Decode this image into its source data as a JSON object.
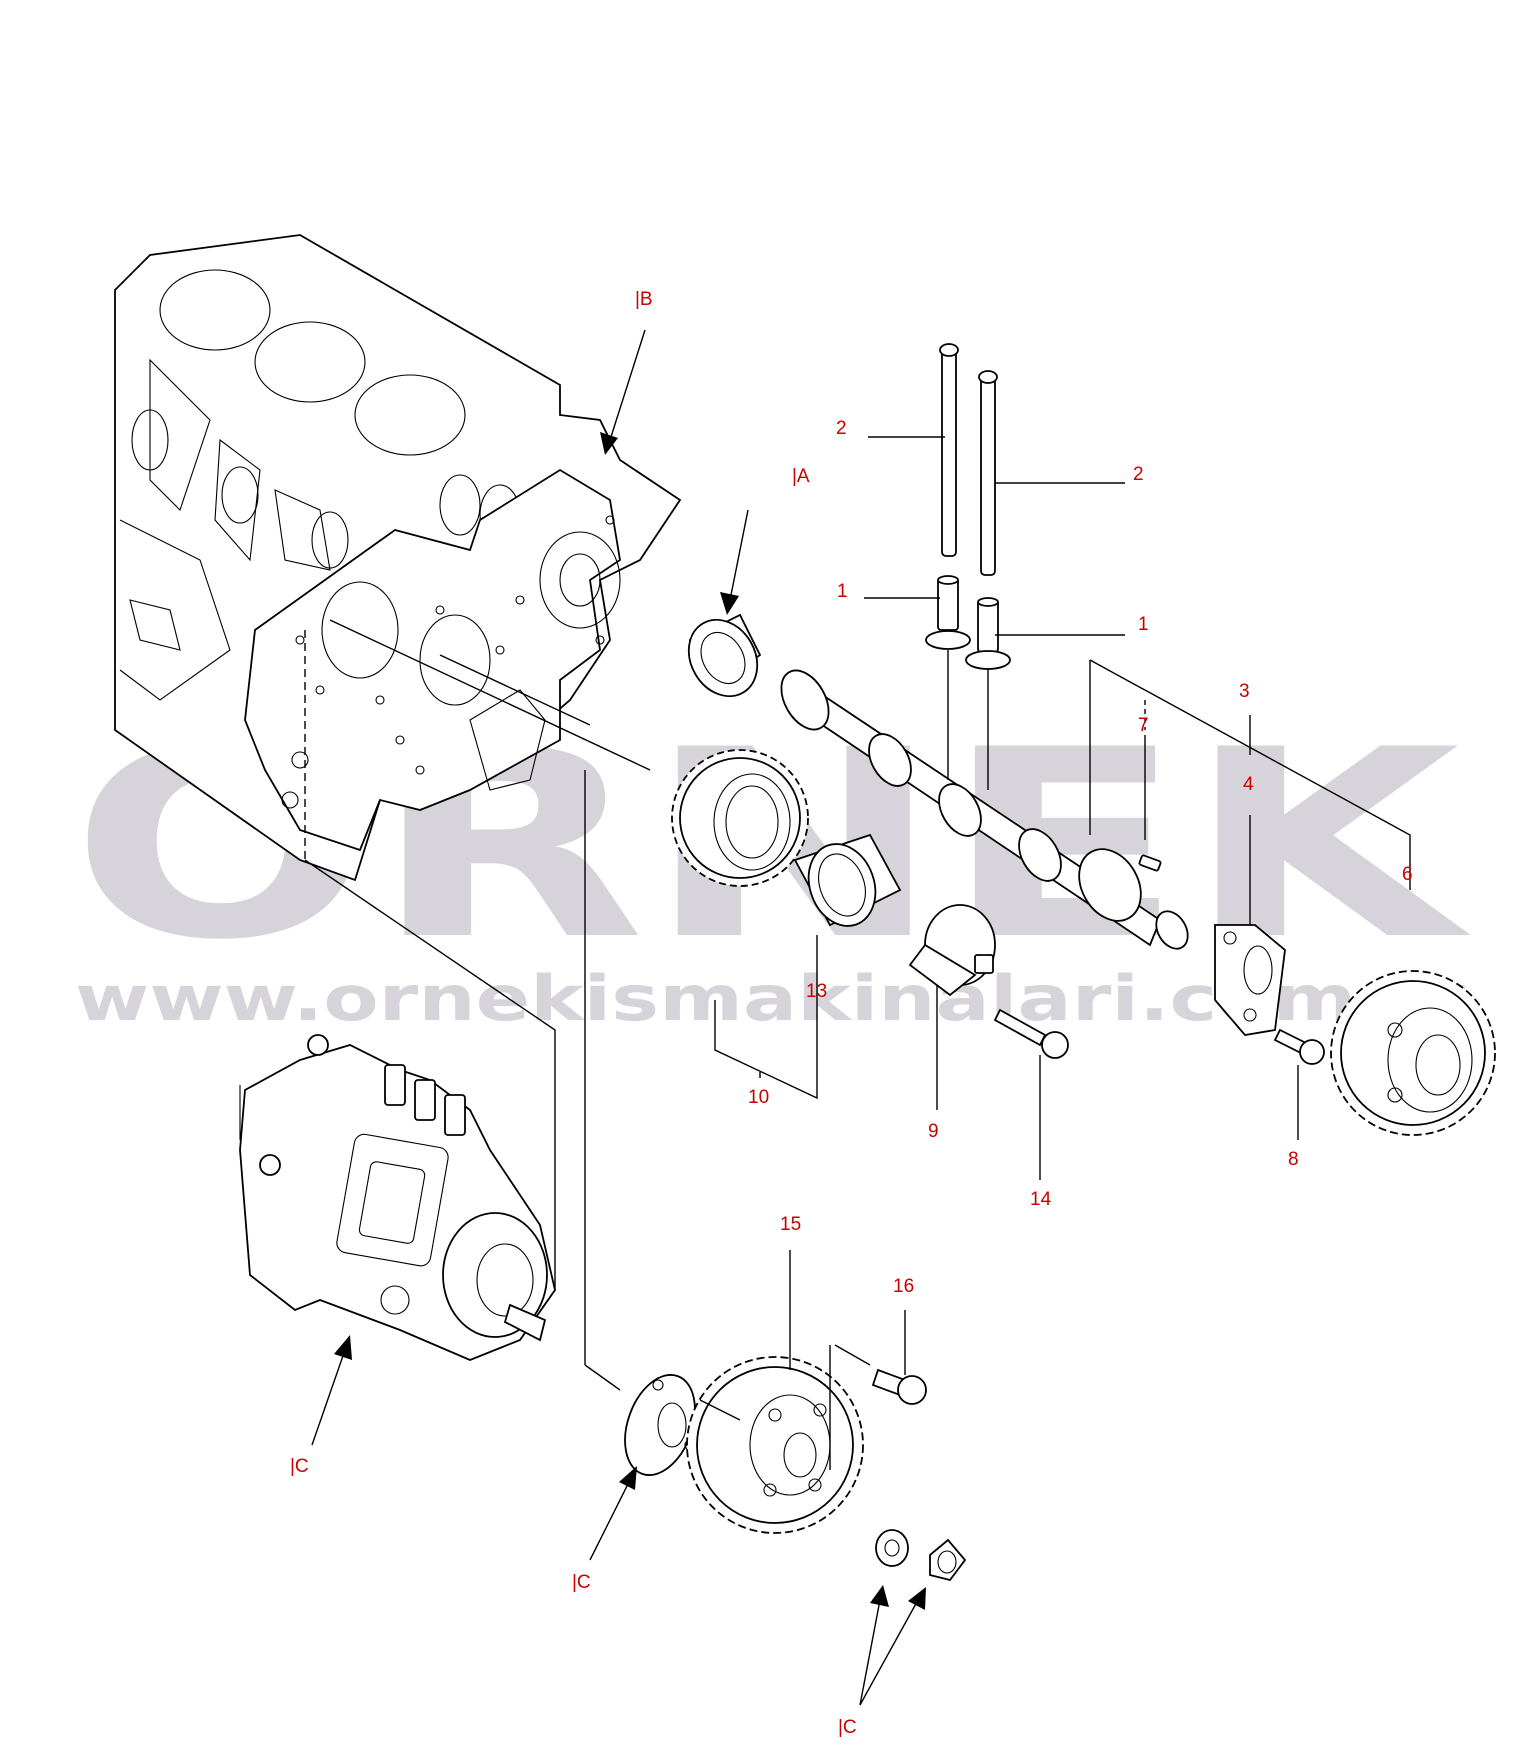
{
  "watermark": {
    "brand": "ORNEK",
    "url": "www.ornekismakinalari.com.tr",
    "color": "#d7d3da",
    "accent": "#e8c24a"
  },
  "callouts": {
    "B": "|B",
    "A": "|A",
    "C_pump": "|C",
    "C_hub": "|C",
    "C_nut": "|C",
    "p1_left": "1",
    "p1_right": "1",
    "p2_left": "2",
    "p2_right": "2",
    "p3": "3",
    "p4": "4",
    "p6": "6",
    "p7": "7",
    "p8": "8",
    "p9": "9",
    "p10": "10",
    "p13": "13",
    "p14": "14",
    "p15": "15",
    "p16": "16"
  },
  "colors": {
    "label": "#c80000",
    "line": "#000000"
  }
}
